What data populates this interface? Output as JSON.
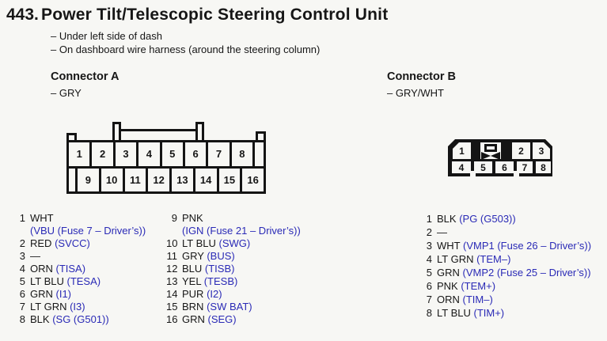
{
  "colors": {
    "link_blue": "#2a2ab6",
    "ink": "#161616",
    "paper": "#f7f7f4"
  },
  "header": {
    "number": "443.",
    "title": "Power Tilt/Telescopic Steering Control Unit",
    "notes": [
      "– Under left side of dash",
      "– On dashboard wire harness (around the steering column)"
    ]
  },
  "connector_a": {
    "label": "Connector A",
    "wire_color": "– GRY",
    "pins_top": [
      "1",
      "2",
      "3",
      "4",
      "5",
      "6",
      "7",
      "8"
    ],
    "pins_bottom": [
      "9",
      "10",
      "11",
      "12",
      "13",
      "14",
      "15",
      "16"
    ],
    "pinout_1_8": [
      {
        "n": "1",
        "wire": "WHT",
        "circuit": "",
        "cont": "(VBU (Fuse 7 – Driver’s))"
      },
      {
        "n": "2",
        "wire": "RED",
        "circuit": "(SVCC)"
      },
      {
        "n": "3",
        "wire": "—",
        "circuit": ""
      },
      {
        "n": "4",
        "wire": "ORN",
        "circuit": "(TISA)"
      },
      {
        "n": "5",
        "wire": "LT BLU",
        "circuit": "(TESA)"
      },
      {
        "n": "6",
        "wire": "GRN",
        "circuit": "(I1)"
      },
      {
        "n": "7",
        "wire": "LT GRN",
        "circuit": "(I3)"
      },
      {
        "n": "8",
        "wire": "BLK",
        "circuit": "(SG (G501))"
      }
    ],
    "pinout_9_16": [
      {
        "n": "9",
        "wire": "PNK",
        "circuit": "",
        "cont": "(IGN (Fuse 21 – Driver’s))"
      },
      {
        "n": "10",
        "wire": "LT BLU",
        "circuit": "(SWG)"
      },
      {
        "n": "11",
        "wire": "GRY",
        "circuit": "(BUS)"
      },
      {
        "n": "12",
        "wire": "BLU",
        "circuit": "(TISB)"
      },
      {
        "n": "13",
        "wire": "YEL",
        "circuit": "(TESB)"
      },
      {
        "n": "14",
        "wire": "PUR",
        "circuit": "(I2)"
      },
      {
        "n": "15",
        "wire": "BRN",
        "circuit": "(SW BAT)"
      },
      {
        "n": "16",
        "wire": "GRN",
        "circuit": "(SEG)"
      }
    ]
  },
  "connector_b": {
    "label": "Connector B",
    "wire_color": "– GRY/WHT",
    "pins_top": [
      "1",
      "2",
      "3"
    ],
    "pins_bottom": [
      "4",
      "5",
      "6",
      "7",
      "8"
    ],
    "pinout": [
      {
        "n": "1",
        "wire": "BLK",
        "circuit": "(PG (G503))"
      },
      {
        "n": "2",
        "wire": "—",
        "circuit": ""
      },
      {
        "n": "3",
        "wire": "WHT",
        "circuit": "(VMP1 (Fuse 26 – Driver’s))"
      },
      {
        "n": "4",
        "wire": "LT GRN",
        "circuit": "(TEM–)"
      },
      {
        "n": "5",
        "wire": "GRN",
        "circuit": "(VMP2 (Fuse 25 – Driver’s))"
      },
      {
        "n": "6",
        "wire": "PNK",
        "circuit": "(TEM+)"
      },
      {
        "n": "7",
        "wire": "ORN",
        "circuit": "(TIM–)"
      },
      {
        "n": "8",
        "wire": "LT BLU",
        "circuit": "(TIM+)"
      }
    ]
  }
}
